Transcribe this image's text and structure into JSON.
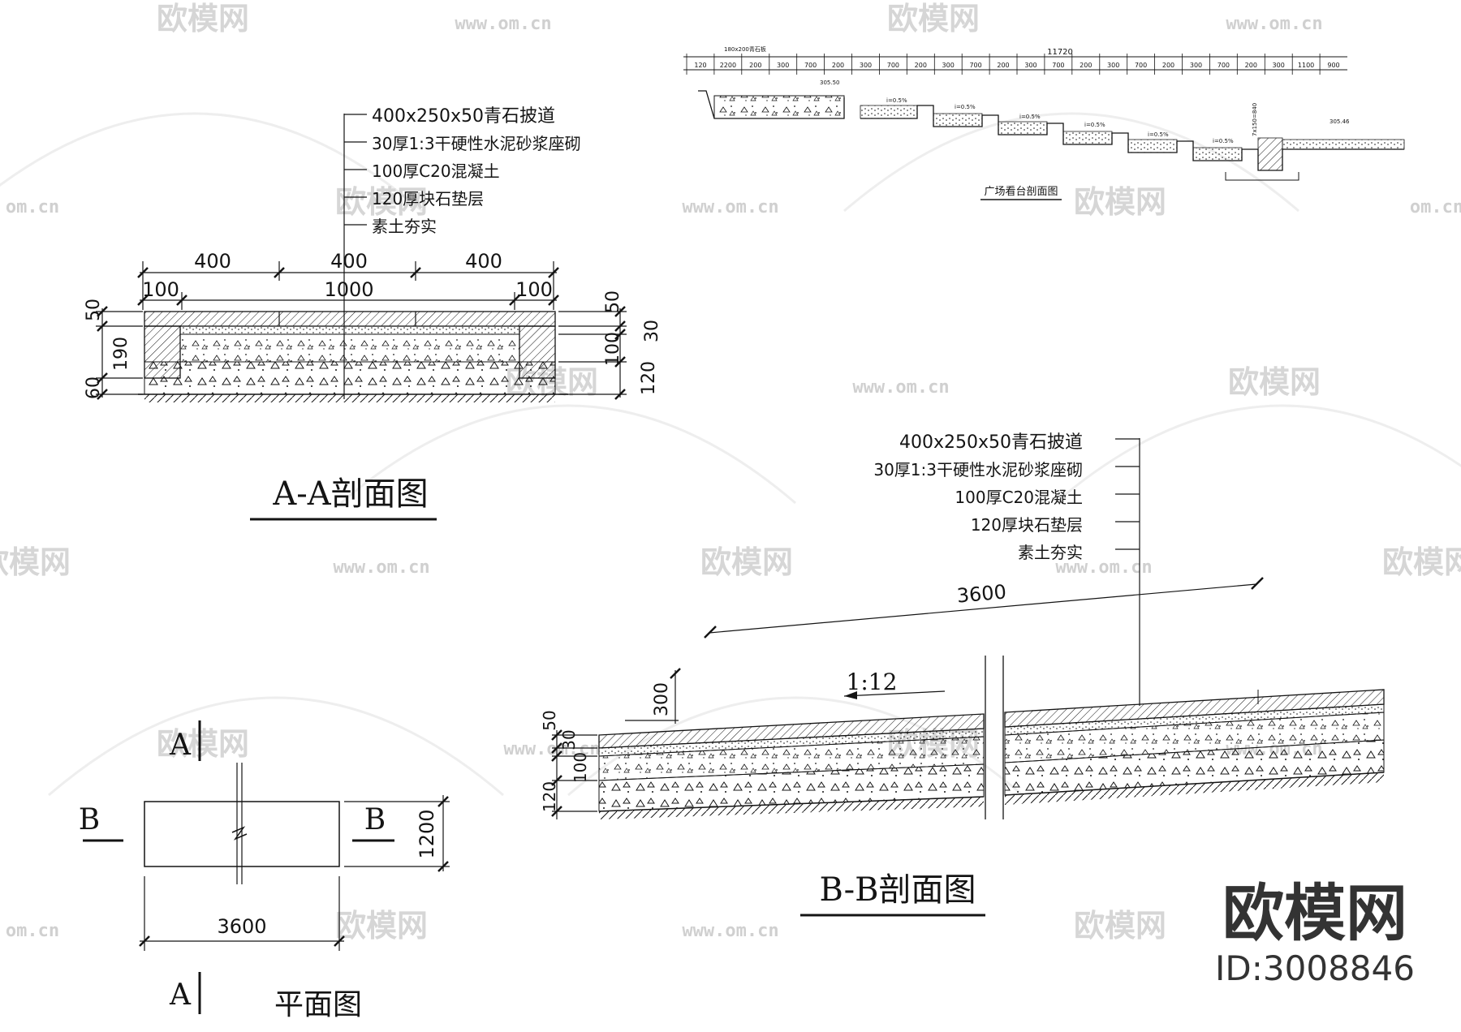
{
  "watermark": {
    "brand": "欧模网",
    "url": "www.om.cn",
    "url_short": "om.cn"
  },
  "brand_mark": {
    "name": "欧模网",
    "id_text": "ID:3008846"
  },
  "section_aa": {
    "title": "A-A剖面图",
    "layers": [
      "400x250x50青石披道",
      "30厚1:3干硬性水泥砂浆座砌",
      "100厚C20混凝土",
      "120厚块石垫层",
      "素土夯实"
    ],
    "dims_top": [
      "400",
      "400",
      "400"
    ],
    "dims_mid": [
      "100",
      "1000",
      "100"
    ],
    "dims_left": [
      "50",
      "190",
      "60"
    ],
    "dims_right": [
      "50",
      "30",
      "100",
      "120"
    ]
  },
  "section_bb": {
    "title": "B-B剖面图",
    "layers": [
      "400x250x50青石披道",
      "30厚1:3干硬性水泥砂浆座砌",
      "100厚C20混凝土",
      "120厚块石垫层",
      "素土夯实"
    ],
    "length": "3600",
    "slope": "1:12",
    "rise": "300",
    "dims_left": [
      "50",
      "30",
      "100",
      "120"
    ]
  },
  "plan": {
    "title": "平面图",
    "cut_a": "A",
    "cut_b": "B",
    "width": "3600",
    "height": "1200"
  },
  "plaza": {
    "title": "广场看台剖面图",
    "total": "11720",
    "segments": [
      "120",
      "2200",
      "200",
      "300",
      "700",
      "200",
      "300",
      "700",
      "200",
      "300",
      "700",
      "200",
      "300",
      "700",
      "200",
      "300",
      "700",
      "200",
      "300",
      "700",
      "200",
      "300",
      "1100",
      "900"
    ],
    "notes": [
      "180x200青石板",
      "305.50",
      "305.46",
      "i=0.5%",
      "i=0.5%",
      "i=0.5%",
      "i=0.5%",
      "i=0.5%",
      "i=0.5%",
      "7x150=840"
    ]
  }
}
